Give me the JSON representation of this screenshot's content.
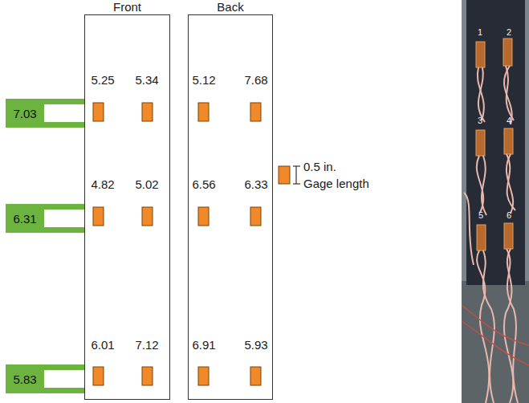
{
  "diagram": {
    "nodes": [
      {
        "text": [
          "Front"
        ]
      },
      {
        "text": [
          "Back"
        ]
      },
      {
        "text": [
          "7.03"
        ]
      },
      {
        "text": [
          "6.31"
        ]
      },
      {
        "text": [
          "5.83"
        ]
      }
    ],
    "labels": [
      "5.25",
      "5.34",
      "5.12",
      "7.68",
      "4.82",
      "5.02",
      "6.56",
      "6.33",
      "6.01",
      "7.12",
      "6.91",
      "5.93",
      "0.5 in.",
      "Gage length",
      "1",
      "2",
      "3",
      "4",
      "5",
      "6"
    ]
  }
}
